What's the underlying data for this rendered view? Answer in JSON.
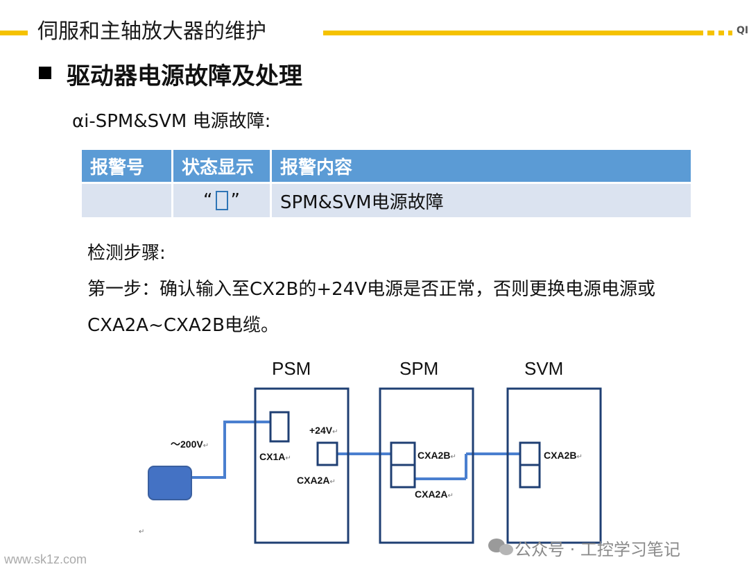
{
  "header": {
    "title": "伺服和主轴放大器的维护",
    "logo_fragment": "QI"
  },
  "section": {
    "title": "驱动器电源故障及处理"
  },
  "subtitle": "αi-SPM&SVM 电源故障:",
  "table": {
    "headers": [
      "报警号",
      "状态显示",
      "报警内容"
    ],
    "row": {
      "alarm_no": "",
      "status_open": "“",
      "status_close": "”",
      "content": "SPM&SVM电源故障"
    }
  },
  "steps": {
    "label": "检测步骤:",
    "step1_line1": "第一步：确认输入至CX2B的+24V电源是否正常，否则更换电源电源或",
    "step1_line2": "CXA2A~CXA2B电缆。"
  },
  "diagram": {
    "modules": [
      "PSM",
      "SPM",
      "SVM"
    ],
    "ac_label": "～200V",
    "v24_label": "+24V",
    "psm_cx1a": "CX1A",
    "psm_cxa2a": "CXA2A",
    "spm_cxa2b": "CXA2B",
    "spm_cxa2a": "CXA2A",
    "svm_cxa2b": "CXA2B",
    "return_mark": "↵",
    "colors": {
      "box": "#1f3f73",
      "wire": "#4a7fcf",
      "source": "#4472c4"
    }
  },
  "watermark": {
    "left": "www.sk1z.com",
    "right": "公众号 · 工控学习笔记"
  }
}
